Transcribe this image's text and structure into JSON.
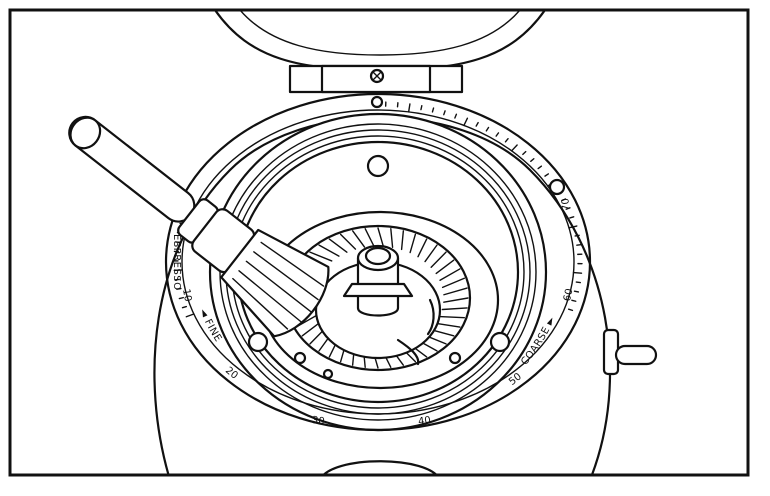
{
  "dial": {
    "fine_label": "◄ FINE",
    "coarse_label": "COARSE ►",
    "espresso_label": "ESPRESSO",
    "numbers": [
      "10",
      "20",
      "30",
      "40",
      "50",
      "60",
      "70"
    ]
  },
  "colors": {
    "line": "#111111",
    "background": "#ffffff"
  }
}
